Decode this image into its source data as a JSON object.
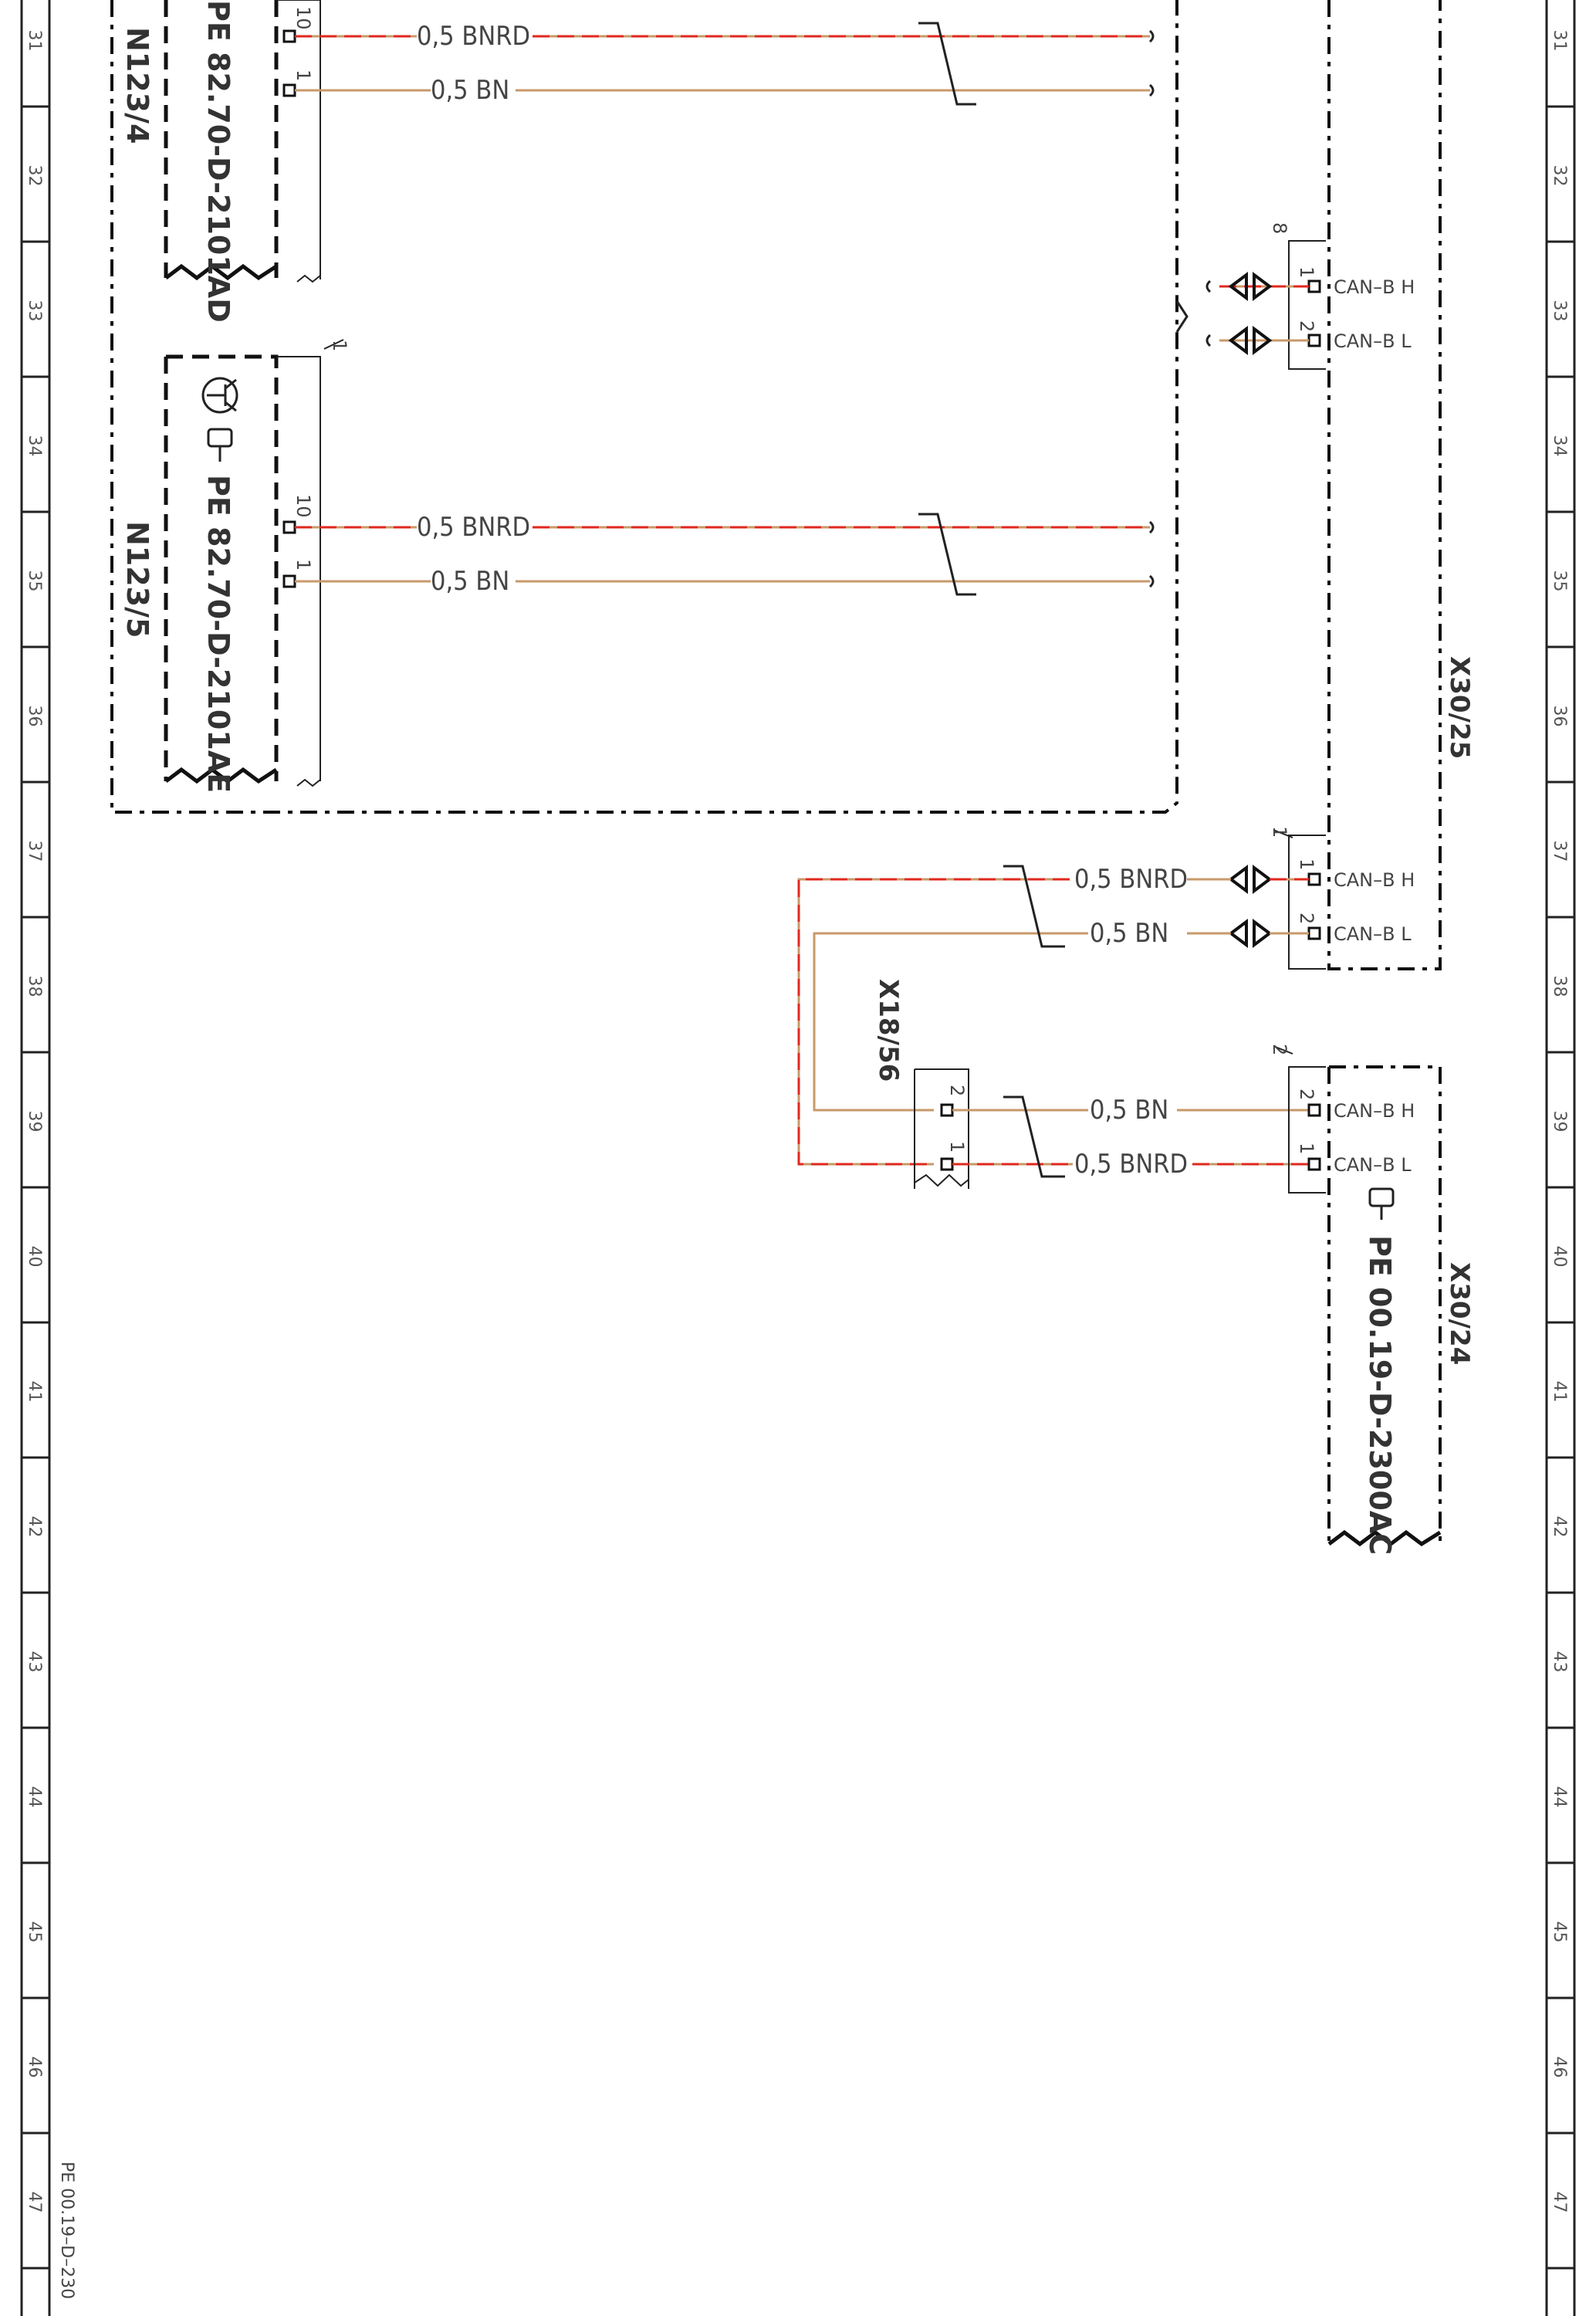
{
  "ruler": {
    "rows": [
      "31",
      "32",
      "33",
      "34",
      "35",
      "36",
      "37",
      "38",
      "39",
      "40",
      "41",
      "42",
      "43",
      "44",
      "45",
      "46",
      "47"
    ]
  },
  "colors": {
    "brown": "#c8996a",
    "red": "#e0281e",
    "frame": "#111111",
    "line": "#222222"
  },
  "modules": {
    "n123_4": {
      "name": "N123/4",
      "ref": "PE 82.70-D-2101AD",
      "pin_a": "10",
      "pin_b": "1"
    },
    "n123_5": {
      "name": "N123/5",
      "ref": "PE 82.70-D-2101AE",
      "pin_a": "10",
      "pin_b": "1",
      "connector": "1"
    }
  },
  "wires": {
    "w1": "0,5 BNRD",
    "w2": "0,5 BN",
    "w3": "0,5 BNRD",
    "w4": "0,5 BN",
    "w5": "0,5 BNRD",
    "w6": "0,5 BN",
    "w7": "0,5 BN",
    "w8": "0,5 BNRD"
  },
  "connectors": {
    "x30_25": {
      "name": "X30/25",
      "group_a": {
        "num": "8",
        "pin1": "1",
        "pin2": "2",
        "sig1": "CAN–B H",
        "sig2": "CAN–B L"
      },
      "group_b": {
        "num": "1",
        "pin1": "1",
        "pin2": "2",
        "sig1": "CAN–B H",
        "sig2": "CAN–B L"
      }
    },
    "x18_56": {
      "name": "X18/56",
      "pin1": "1",
      "pin2": "2"
    },
    "x30_24": {
      "name": "X30/24",
      "ref": "PE 00.19-D-2300AC",
      "num": "2",
      "pin1": "2",
      "pin2": "1",
      "sig1": "CAN–B H",
      "sig2": "CAN–B L"
    }
  },
  "footer": {
    "ref": "PE 00.19–D–230"
  }
}
